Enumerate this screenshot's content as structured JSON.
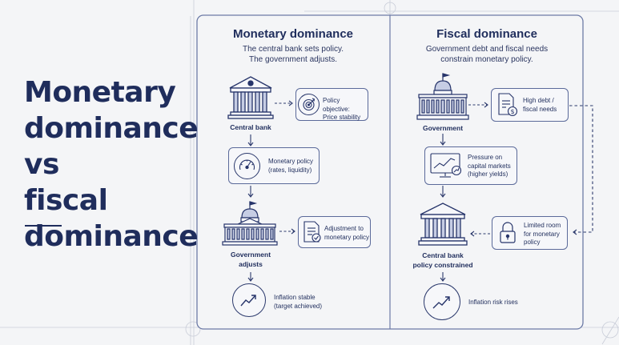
{
  "title": {
    "lines": [
      "Monetary",
      "dominance",
      "vs",
      "fiscal",
      "dominance"
    ]
  },
  "monetary": {
    "heading": "Monetary dominance",
    "subtitle_line1": "The central bank sets policy.",
    "subtitle_line2": "The government adjusts.",
    "central_bank_label": "Central bank",
    "policy_objective_line1": "Policy objective:",
    "policy_objective_line2": "Price stability",
    "monetary_policy_line1": "Monetary policy",
    "monetary_policy_line2": "(rates, liquidity)",
    "adjustment_line1": "Adjustment to",
    "adjustment_line2": "monetary policy",
    "government_label_line1": "Government",
    "government_label_line2": "adjusts",
    "inflation_line1": "Inflation stable",
    "inflation_line2": "(target achieved)"
  },
  "fiscal": {
    "heading": "Fiscal dominance",
    "subtitle_line1": "Government debt and fiscal needs",
    "subtitle_line2": "constrain monetary policy.",
    "government_label": "Government",
    "debt_line1": "High debt /",
    "debt_line2": "fiscal needs",
    "pressure_line1": "Pressure on",
    "pressure_line2": "capital markets",
    "pressure_line3": "(higher yields)",
    "limited_line1": "Limited room",
    "limited_line2": "for monetary",
    "limited_line3": "policy",
    "cb_label_line1": "Central bank",
    "cb_label_line2": "policy constrained",
    "inflation_risk": "Inflation risk rises"
  },
  "icons": {
    "central_bank": "bank-building-icon",
    "target": "target-icon",
    "gauge": "gauge-icon",
    "capitol": "capitol-building-icon",
    "document_check": "document-check-icon",
    "trend_up": "trend-up-icon",
    "document_money": "document-money-icon",
    "monitor_chart": "monitor-chart-icon",
    "lock": "lock-icon"
  },
  "colors": {
    "navy": "#1f2d5c",
    "line": "#5b6a9a",
    "background": "#f4f5f7"
  }
}
